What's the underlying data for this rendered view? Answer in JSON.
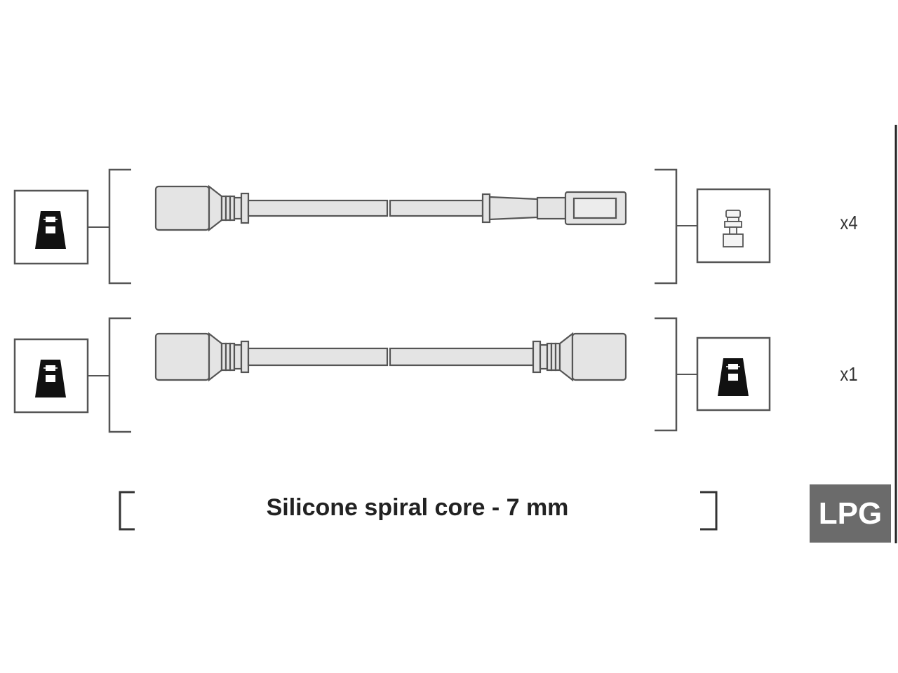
{
  "cables": [
    {
      "row": "top",
      "quantity_label": "x4",
      "left_connector": "spark-plug-boot-icon",
      "right_connector": "distributor-terminal-icon"
    },
    {
      "row": "bottom",
      "quantity_label": "x1",
      "left_connector": "spark-plug-boot-icon",
      "right_connector": "spark-plug-boot-icon"
    }
  ],
  "caption": "Silicone spiral core - 7 mm",
  "badge": {
    "label": "LPG",
    "color": "#6b6b6b"
  },
  "colors": {
    "line": "#555555",
    "cable_fill": "#e4e4e4",
    "icon_fill": "#111111"
  }
}
